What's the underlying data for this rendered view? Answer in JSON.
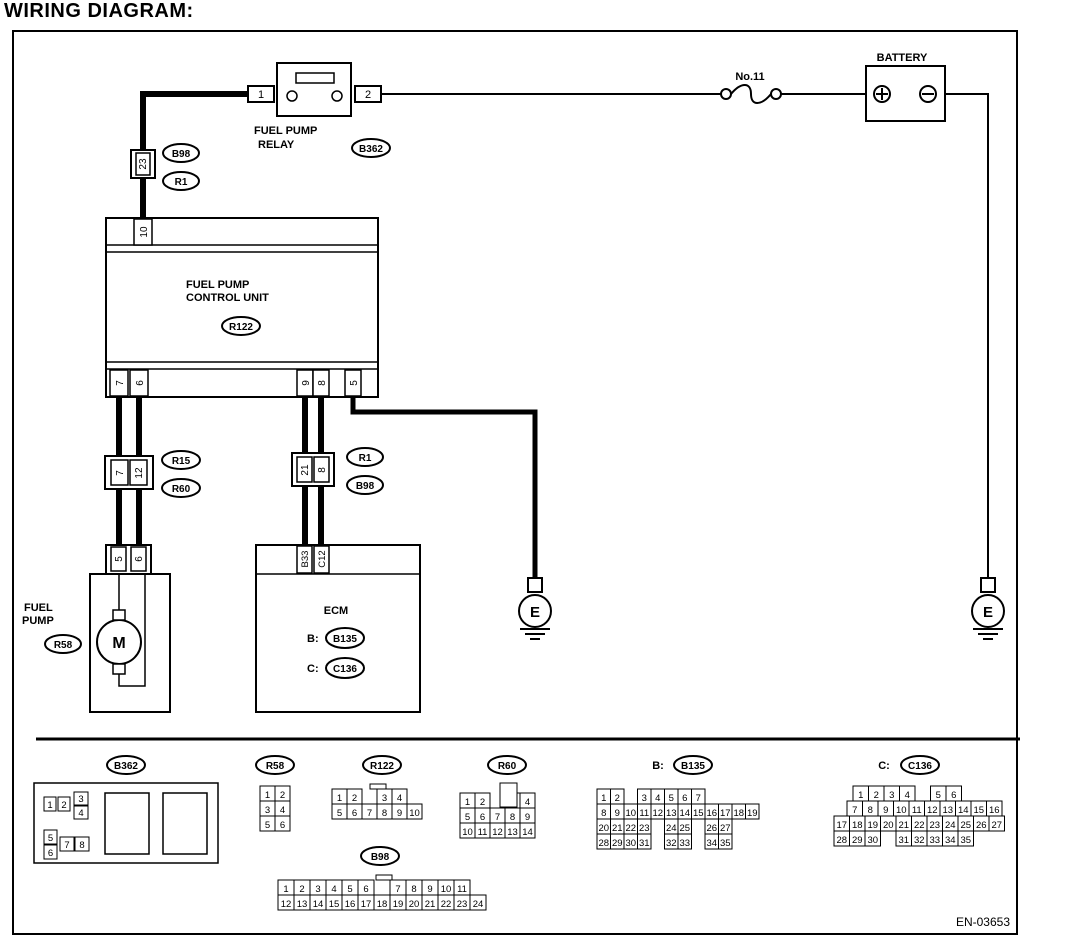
{
  "title": "WIRING DIAGRAM:",
  "footer_code": "EN-03653",
  "relay": {
    "label_line1": "FUEL PUMP",
    "label_line2": "RELAY",
    "connector": "B362",
    "pin_left": "1",
    "pin_right": "2"
  },
  "fuse": {
    "label": "No.11"
  },
  "battery": {
    "label": "BATTERY"
  },
  "fpcu": {
    "label_line1": "FUEL PUMP",
    "label_line2": "CONTROL UNIT",
    "connector": "R122",
    "top_pin": "10",
    "bottom_pins": [
      "7",
      "6",
      "9",
      "8",
      "5"
    ]
  },
  "jc_top": {
    "pin": "23",
    "connectors": [
      "B98",
      "R1"
    ]
  },
  "jc_left": {
    "pins": [
      "7",
      "12"
    ],
    "connectors": [
      "R15",
      "R60"
    ]
  },
  "jc_mid": {
    "pins": [
      "21",
      "8"
    ],
    "connectors": [
      "R1",
      "B98"
    ]
  },
  "pump": {
    "label_line1": "FUEL",
    "label_line2": "PUMP",
    "connector": "R58",
    "pins": [
      "5",
      "6"
    ],
    "motor": "M"
  },
  "ecm": {
    "label": "ECM",
    "b_prefix": "B:",
    "b_conn": "B135",
    "c_prefix": "C:",
    "c_conn": "C136",
    "pins": [
      "B33",
      "C12"
    ]
  },
  "ground": {
    "label": "E"
  },
  "faces": {
    "B362": {
      "name": "B362",
      "left_pins": [
        "1",
        "2",
        "3",
        "4",
        "5",
        "6",
        "7",
        "8"
      ]
    },
    "R58": {
      "name": "R58",
      "rows": [
        [
          "1",
          "2"
        ],
        [
          "3",
          "4"
        ],
        [
          "5",
          "6"
        ]
      ]
    },
    "R122": {
      "name": "R122",
      "rows": [
        [
          "1",
          "2",
          "",
          "3",
          "4"
        ],
        [
          "5",
          "6",
          "7",
          "8",
          "9",
          "10"
        ]
      ]
    },
    "R60": {
      "name": "R60",
      "rows": [
        [
          "1",
          "2",
          "",
          "3",
          "4"
        ],
        [
          "5",
          "6",
          "7",
          "8",
          "9"
        ],
        [
          "10",
          "11",
          "12",
          "13",
          "14"
        ]
      ]
    },
    "B98": {
      "name": "B98",
      "rows": [
        [
          "1",
          "2",
          "3",
          "4",
          "5",
          "6",
          "",
          "7",
          "8",
          "9",
          "10",
          "11"
        ],
        [
          "12",
          "13",
          "14",
          "15",
          "16",
          "17",
          "18",
          "19",
          "20",
          "21",
          "22",
          "23",
          "24"
        ]
      ]
    },
    "B135": {
      "name": "B135",
      "prefix": "B:",
      "rows": [
        [
          "1",
          "2",
          "",
          "3",
          "4",
          "5",
          "6",
          "7"
        ],
        [
          "8",
          "9",
          "10",
          "11",
          "12",
          "13",
          "14",
          "15",
          "16",
          "17",
          "18",
          "19"
        ],
        [
          "20",
          "21",
          "22",
          "23",
          "",
          "24",
          "25",
          "",
          "26",
          "27"
        ],
        [
          "28",
          "29",
          "30",
          "31",
          "",
          "32",
          "33",
          "",
          "34",
          "35"
        ]
      ]
    },
    "C136": {
      "name": "C136",
      "prefix": "C:",
      "rows": [
        [
          "1",
          "2",
          "3",
          "4",
          "",
          "5",
          "6"
        ],
        [
          "7",
          "8",
          "9",
          "10",
          "11",
          "12",
          "13",
          "14",
          "15",
          "16"
        ],
        [
          "17",
          "18",
          "19",
          "20",
          "21",
          "22",
          "23",
          "24",
          "25",
          "26",
          "27"
        ],
        [
          "28",
          "29",
          "30",
          "",
          "31",
          "32",
          "33",
          "34",
          "35"
        ]
      ]
    }
  }
}
